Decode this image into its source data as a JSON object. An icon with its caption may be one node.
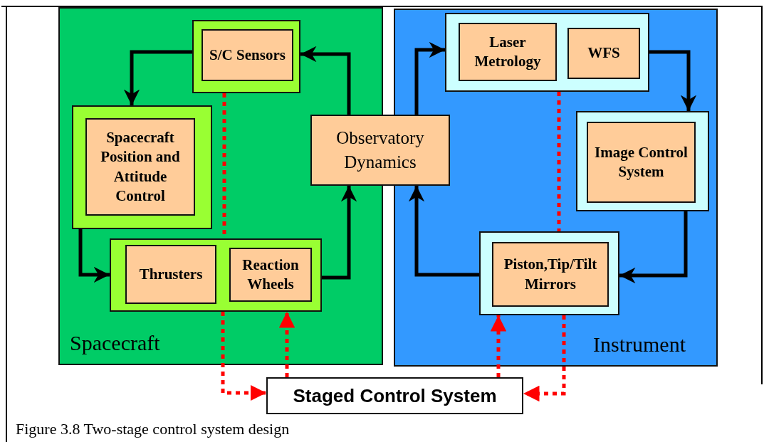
{
  "diagram": {
    "caption": "Figure 3.8 Two-stage control system design",
    "nodes": [
      {
        "text": [
          "Spacecraft"
        ]
      },
      {
        "text": [
          "Instrument"
        ]
      },
      {
        "text": [],
        "shape": "box",
        "in": 0
      },
      {
        "text": [
          "S/C Sensors"
        ],
        "in": 2
      },
      {
        "text": [],
        "shape": "box",
        "in": 0
      },
      {
        "text": [
          "Spacecraft Position and Attitude Control"
        ],
        "in": 4
      },
      {
        "text": [],
        "shape": "box",
        "in": 0
      },
      {
        "text": [
          "Thrusters"
        ],
        "in": 6
      },
      {
        "text": [
          "Reaction Wheels"
        ],
        "in": 6
      },
      {
        "text": [
          "Observatory Dynamics"
        ]
      },
      {
        "text": [],
        "shape": "box",
        "in": 1
      },
      {
        "text": [
          "Laser Metrology"
        ],
        "in": 10
      },
      {
        "text": [
          "WFS"
        ],
        "in": 10
      },
      {
        "text": [],
        "shape": "box",
        "in": 1
      },
      {
        "text": [
          "Image Control System"
        ],
        "in": 13
      },
      {
        "text": [],
        "shape": "box",
        "in": 1
      },
      {
        "text": [
          "Piston,Tip/Tilt Mirrors"
        ],
        "in": 15
      },
      {
        "text": [
          "Staged Control System"
        ]
      }
    ],
    "edges": [
      {
        "from": 2,
        "to": 4,
        "arrow": "to"
      },
      {
        "from": 4,
        "to": 6,
        "arrow": "to"
      },
      {
        "from": 6,
        "to": 9,
        "arrow": "to"
      },
      {
        "from": 9,
        "to": 2,
        "arrow": "to"
      },
      {
        "from": 9,
        "to": 10,
        "arrow": "to"
      },
      {
        "from": 10,
        "to": 13,
        "arrow": "to"
      },
      {
        "from": 13,
        "to": 15,
        "arrow": "to"
      },
      {
        "from": 15,
        "to": 9,
        "arrow": "to"
      },
      {
        "from": 2,
        "to": 6,
        "arrow": "none",
        "style": "dashed",
        "color": "#ff0000"
      },
      {
        "from": 10,
        "to": 15,
        "arrow": "none",
        "style": "dashed",
        "color": "#ff0000"
      },
      {
        "from": 6,
        "to": 17,
        "arrow": "to",
        "style": "dashed",
        "color": "#ff0000"
      },
      {
        "from": 17,
        "to": 6,
        "arrow": "to",
        "style": "dashed",
        "color": "#ff0000"
      },
      {
        "from": 17,
        "to": 15,
        "arrow": "to",
        "style": "dashed",
        "color": "#ff0000"
      },
      {
        "from": 15,
        "to": 17,
        "arrow": "to",
        "style": "dashed",
        "color": "#ff0000"
      }
    ]
  }
}
